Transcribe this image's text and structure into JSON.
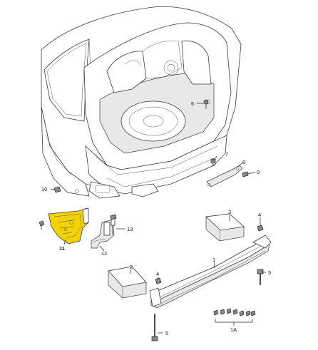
{
  "highlight_color": "#f2d200",
  "labels": {
    "p1": "1",
    "p1a": "1A",
    "p2": "2",
    "p3": "3",
    "p4a": "4",
    "p4b": "4",
    "p5a": "5",
    "p5b": "5",
    "p6": "6",
    "p7": "7",
    "p8": "8",
    "p9": "9",
    "p10": "10",
    "p11": "11",
    "p12": "12",
    "p13": "13"
  }
}
